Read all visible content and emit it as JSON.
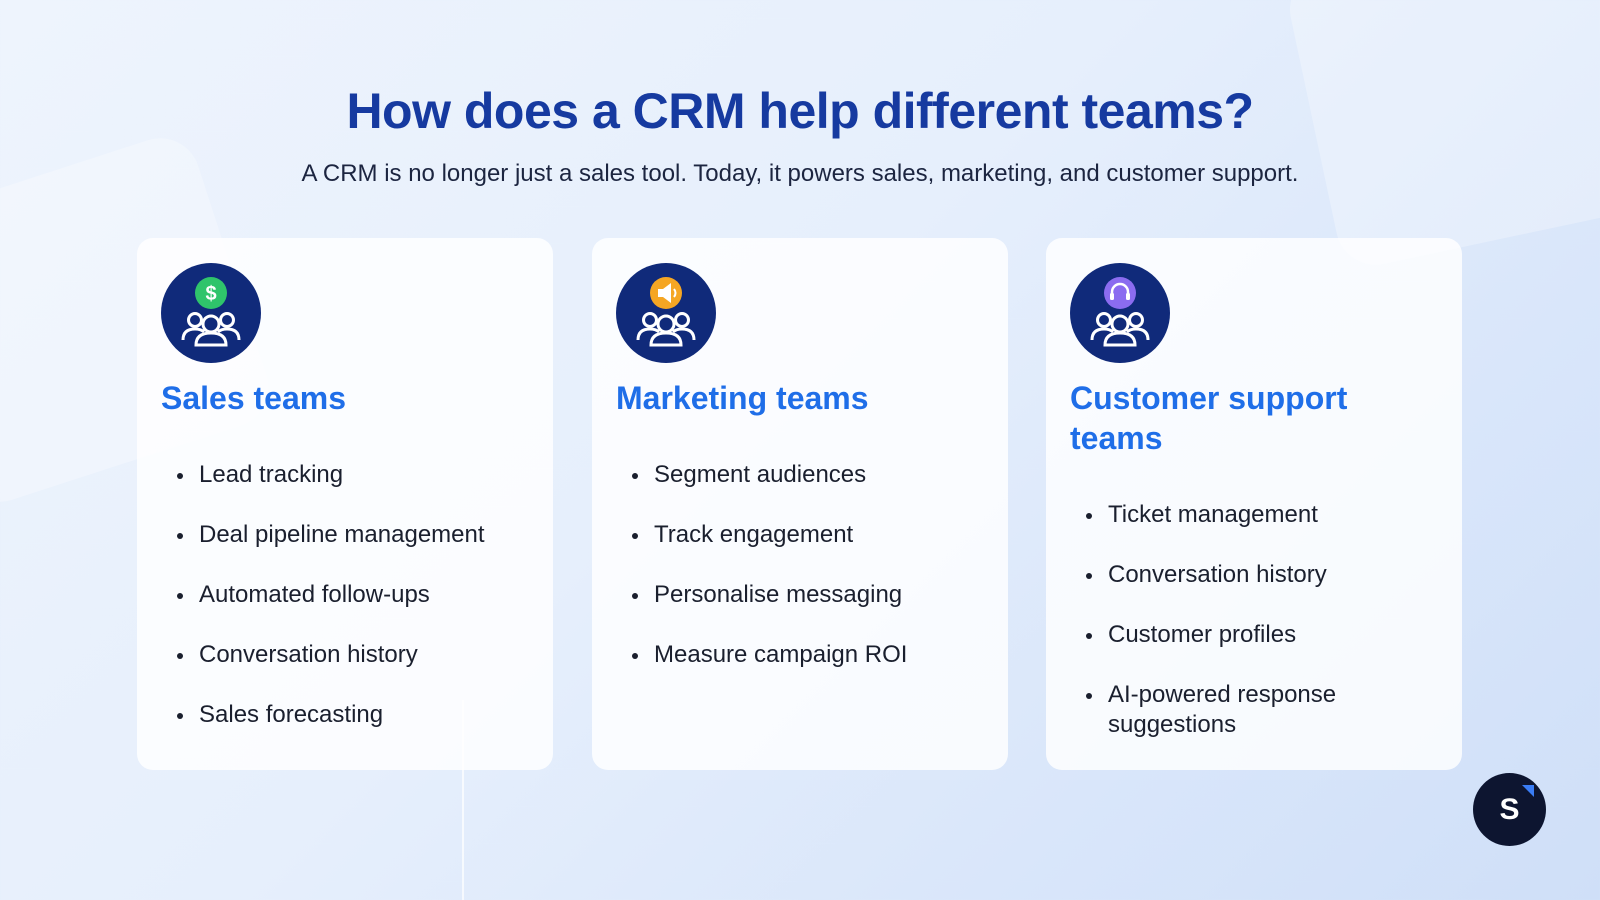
{
  "header": {
    "title": "How does a CRM help different teams?",
    "subtitle": "A CRM is no longer just a sales tool. Today, it powers sales, marketing, and customer support."
  },
  "cards": [
    {
      "title": "Sales teams",
      "icon": "team-dollar-icon",
      "badge_color": "#2fc46b",
      "items": [
        "Lead tracking",
        "Deal pipeline management",
        "Automated follow-ups",
        "Conversation history",
        "Sales forecasting"
      ]
    },
    {
      "title": "Marketing teams",
      "icon": "team-megaphone-icon",
      "badge_color": "#f5a623",
      "items": [
        "Segment audiences",
        "Track engagement",
        "Personalise messaging",
        "Measure campaign ROI"
      ]
    },
    {
      "title": "Customer support teams",
      "icon": "team-headset-icon",
      "badge_color": "#8b6cf0",
      "items": [
        "Ticket management",
        "Conversation history",
        "Customer profiles",
        "AI-powered response suggestions"
      ]
    }
  ],
  "brand": {
    "letter": "S"
  },
  "colors": {
    "title": "#163aa0",
    "card_title": "#1f6ee8",
    "icon_circle": "#102a7a",
    "brand_badge": "#0d1530"
  }
}
